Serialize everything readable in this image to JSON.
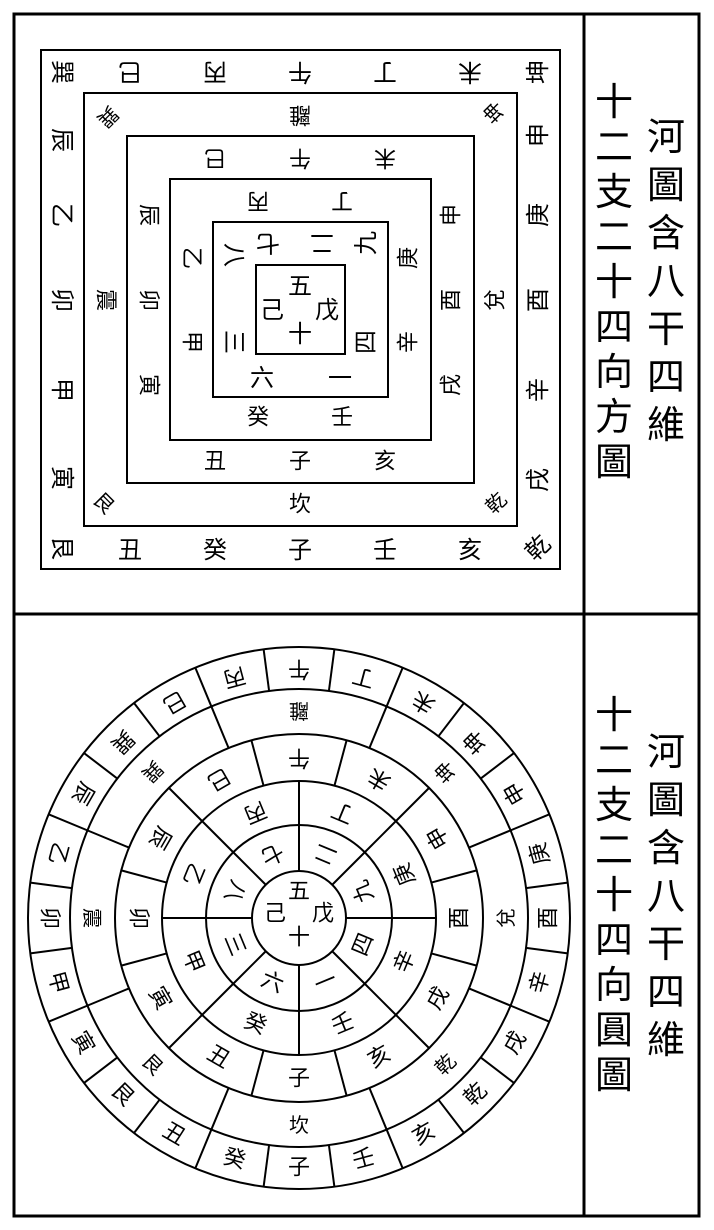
{
  "top_panel": {
    "title_lines": [
      "河圖含八干四維",
      "十二支二十四向方圖"
    ],
    "square_diagram": {
      "ring1": {
        "top": [
          "巳",
          "丙",
          "午",
          "丁",
          "未"
        ],
        "right": [
          "坤",
          "申",
          "庚",
          "酉",
          "辛",
          "戌"
        ],
        "bottom": [
          "亥",
          "壬",
          "子",
          "癸",
          "丑"
        ],
        "left": [
          "艮",
          "寅",
          "甲",
          "卯",
          "乙",
          "辰",
          "巽"
        ],
        "corner_right_bottom": "乾"
      },
      "ring2": {
        "top": "離",
        "right": "兌",
        "bottom": "坎",
        "left": "震",
        "corners": [
          "巽",
          "坤",
          "乾",
          "艮"
        ]
      },
      "ring3": {
        "top": [
          "巳",
          "午",
          "未"
        ],
        "right": [
          "申",
          "酉",
          "戌"
        ],
        "bottom": [
          "亥",
          "子",
          "丑"
        ],
        "left": [
          "寅",
          "卯",
          "辰"
        ]
      },
      "ring4": {
        "top": [
          "丙",
          "丁"
        ],
        "right": [
          "庚",
          "辛"
        ],
        "bottom": [
          "壬",
          "癸"
        ],
        "left": [
          "甲",
          "乙"
        ]
      },
      "ring5": {
        "numbers": [
          "二",
          "九",
          "四",
          "一",
          "六",
          "三",
          "八",
          "七"
        ]
      },
      "center": [
        "五",
        "戊",
        "己",
        "十"
      ]
    }
  },
  "bottom_panel": {
    "title_lines": [
      "河圖含八干四維",
      "十二支二十四向圓圖"
    ],
    "circle_diagram": {
      "outer_ring": [
        "午",
        "丁",
        "未",
        "坤",
        "申",
        "庚",
        "酉",
        "辛",
        "戌",
        "乾",
        "亥",
        "壬",
        "子",
        "癸",
        "丑",
        "艮",
        "寅",
        "甲",
        "卯",
        "乙",
        "辰",
        "巽",
        "巳",
        "丙"
      ],
      "trigram_ring": [
        "離",
        "兌",
        "坎",
        "震"
      ],
      "branch_ring": [
        "午",
        "未",
        "申",
        "酉",
        "戌",
        "亥",
        "子",
        "丑",
        "寅",
        "卯",
        "辰",
        "巳"
      ],
      "stem_ring": [
        "丁",
        "庚",
        "辛",
        "壬",
        "癸",
        "甲",
        "乙",
        "丙"
      ],
      "number_ring": [
        "二",
        "九",
        "四",
        "一",
        "六",
        "三",
        "八",
        "七"
      ],
      "center": [
        "五",
        "戊",
        "己",
        "十"
      ],
      "extra_labels": {
        "trigram_corners": [
          "坤",
          "乾",
          "艮",
          "巽"
        ],
        "mid_labels": [
          "乾",
          "坤",
          "巽",
          "艮"
        ]
      }
    }
  }
}
